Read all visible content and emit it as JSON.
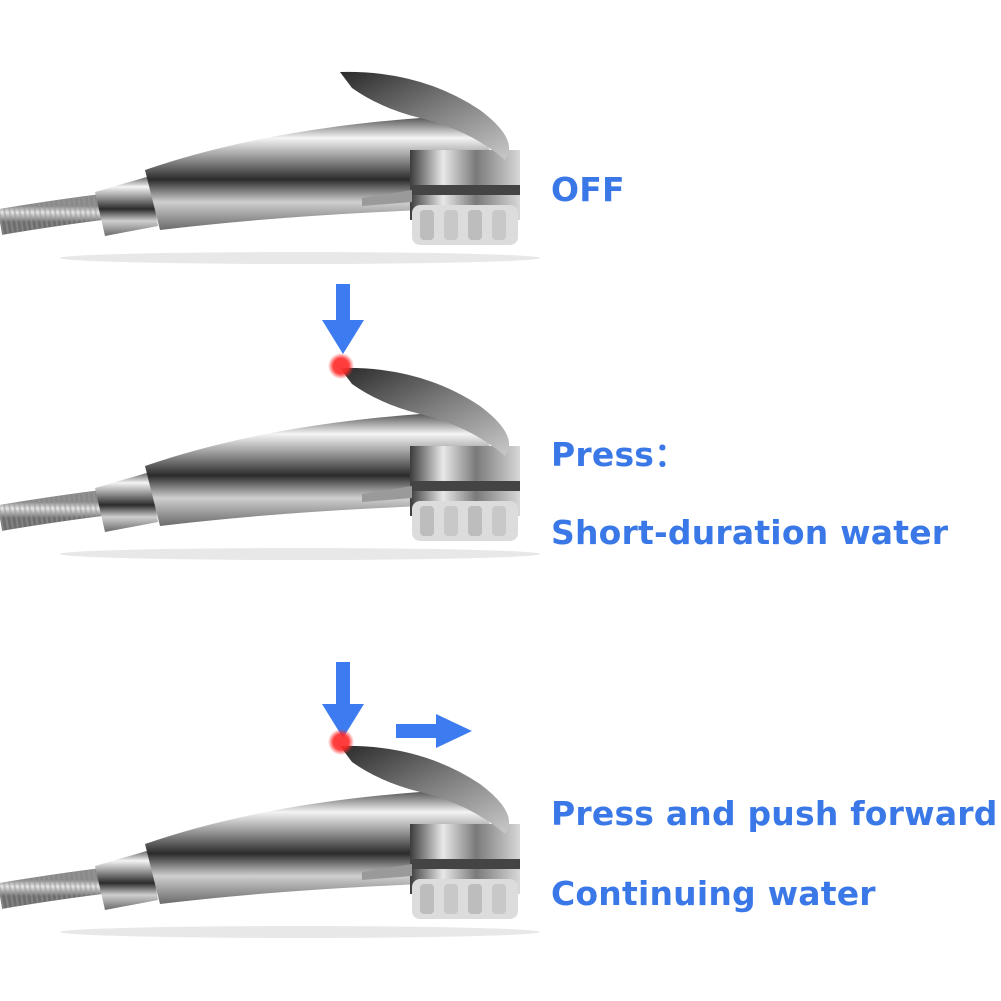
{
  "colors": {
    "label_blue": "#3b78e7",
    "arrow_blue": "#3d7bf0",
    "press_dot": "#ff2a2a"
  },
  "states": [
    {
      "lines": [
        "OFF"
      ]
    },
    {
      "lines": [
        "Press：",
        "Short-duration water"
      ]
    },
    {
      "lines": [
        "Press and push forward:",
        "Continuing water"
      ]
    }
  ],
  "icons": [
    "shower-head-icon",
    "down-arrow-icon",
    "right-arrow-icon",
    "press-point-icon"
  ]
}
